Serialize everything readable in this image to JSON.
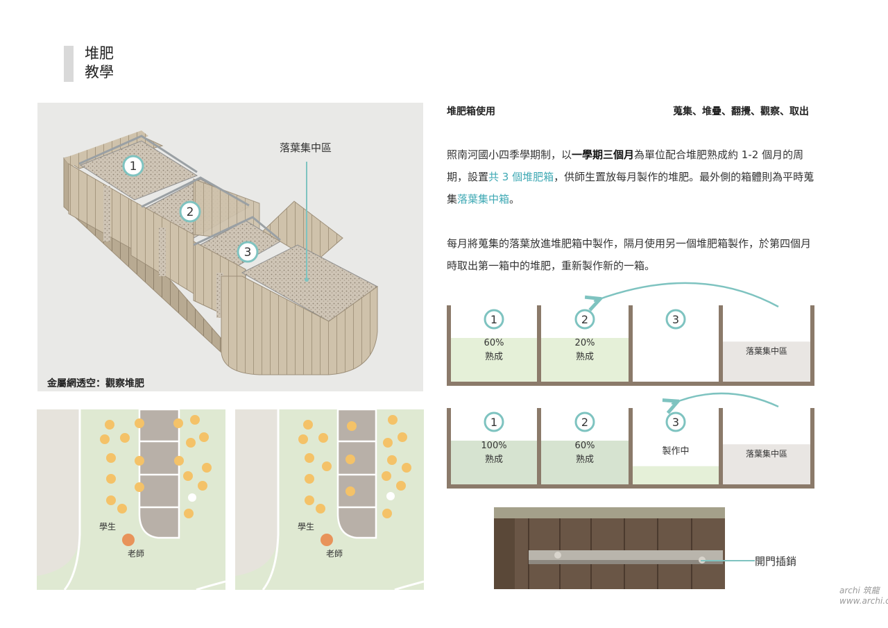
{
  "header": {
    "title_line1": "堆肥",
    "title_line2": "教學"
  },
  "axonometric": {
    "caption": "金屬網透空：觀察堆肥",
    "leaf_area_label": "落葉集中區",
    "bins": [
      "1",
      "2",
      "3"
    ]
  },
  "plans": {
    "student_label": "學生",
    "teacher_label": "老師"
  },
  "usage": {
    "title": "堆肥箱使用",
    "steps": "蒐集、堆疊、翻攪、觀察、取出"
  },
  "paragraph1": {
    "t1": "照南河國小四季學期制，以",
    "b1": "一學期三個月",
    "t2": "為單位配合堆肥熟成約 1-2 個月的周期，設置",
    "h1": "共 3 個堆肥箱",
    "t3": "，供師生置放每月製作的堆肥。最外側的箱體則為平時蒐集",
    "h2": "落葉集中箱",
    "t4": "。"
  },
  "paragraph2": "每月將蒐集的落葉放進堆肥箱中製作，隔月使用另一個堆肥箱製作，於第四個月時取出第一箱中的堆肥，重新製作新的一箱。",
  "bins_top": [
    {
      "num": "1",
      "fill": 0.6,
      "pct": "60%",
      "state": "熟成"
    },
    {
      "num": "2",
      "fill": 0.6,
      "pct": "20%",
      "state": "熟成"
    },
    {
      "num": "3",
      "fill": 0.0,
      "pct": "",
      "state": ""
    },
    {
      "num": "",
      "fill": 0.55,
      "pct": "",
      "state": "落葉集中區"
    }
  ],
  "bins_bottom": [
    {
      "num": "1",
      "fill": 0.6,
      "pct": "100%",
      "state": "熟成"
    },
    {
      "num": "2",
      "fill": 0.6,
      "pct": "60%",
      "state": "熟成"
    },
    {
      "num": "3",
      "fill": 0.25,
      "pct": "",
      "state": "製作中"
    },
    {
      "num": "",
      "fill": 0.55,
      "pct": "",
      "state": "落葉集中區"
    }
  ],
  "photo": {
    "latch_label": "開門插銷"
  },
  "watermark": "archi 筑龍 www.archi.cn",
  "colors": {
    "accent": "#7ec3c0",
    "wall": "#8b7a6a",
    "wood": "#cdbfa8",
    "compost_light": "#e5f0d8",
    "compost_mature": "#d6e3d0",
    "leaf_bin": "#e9e6e3",
    "tree": "#f4c268",
    "teacher": "#e8935a",
    "path": "#b8b0a8"
  }
}
